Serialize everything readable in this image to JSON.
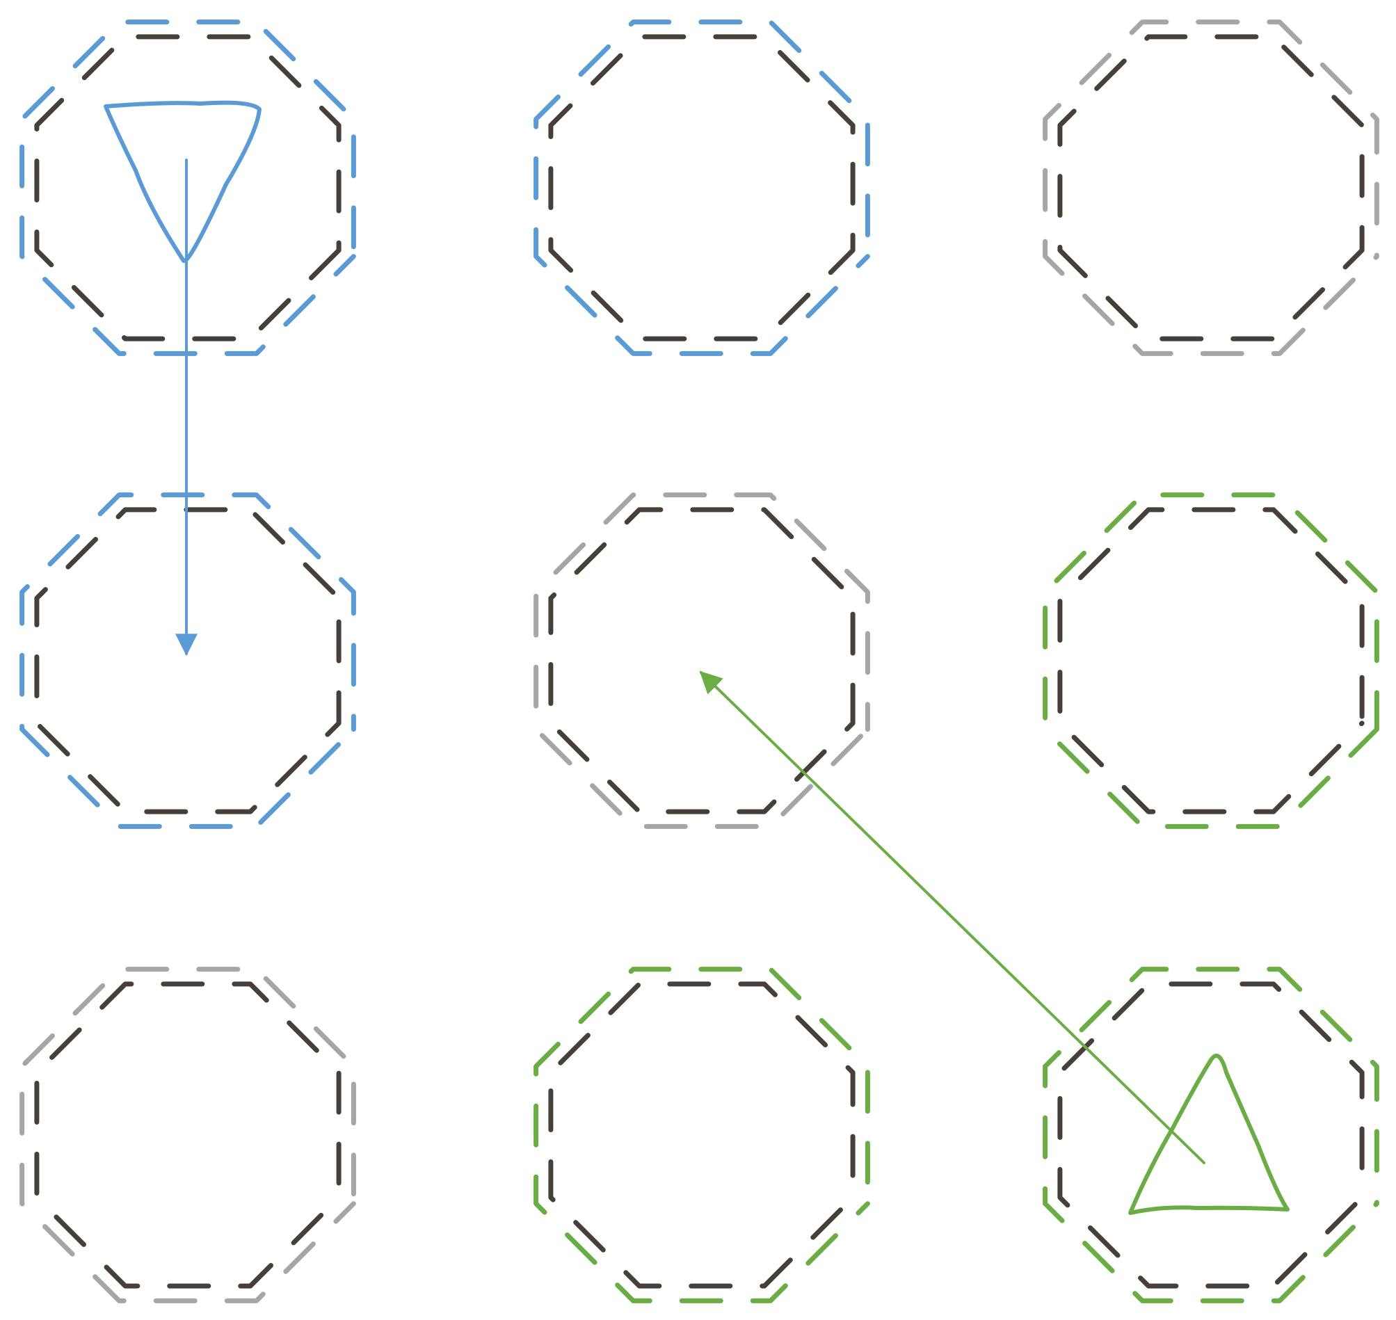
{
  "colors": {
    "inner": "#463f3a",
    "blue": "#5b9bd5",
    "green": "#6aad45",
    "gray": "#a6a6a6"
  },
  "grid": {
    "rows": 3,
    "cols": 3,
    "cells": [
      {
        "row": 0,
        "col": 0,
        "state": "blue",
        "mark": "down-triangle"
      },
      {
        "row": 0,
        "col": 1,
        "state": "blue",
        "mark": ""
      },
      {
        "row": 0,
        "col": 2,
        "state": "gray",
        "mark": ""
      },
      {
        "row": 1,
        "col": 0,
        "state": "blue",
        "mark": ""
      },
      {
        "row": 1,
        "col": 1,
        "state": "gray",
        "mark": ""
      },
      {
        "row": 1,
        "col": 2,
        "state": "green",
        "mark": ""
      },
      {
        "row": 2,
        "col": 0,
        "state": "gray",
        "mark": ""
      },
      {
        "row": 2,
        "col": 1,
        "state": "green",
        "mark": ""
      },
      {
        "row": 2,
        "col": 2,
        "state": "green",
        "mark": "up-triangle"
      }
    ]
  },
  "arrows": [
    {
      "color": "blue",
      "from": {
        "row": 0,
        "col": 0
      },
      "to": {
        "row": 1,
        "col": 0
      }
    },
    {
      "color": "green",
      "from": {
        "row": 2,
        "col": 2
      },
      "to": {
        "row": 1,
        "col": 1
      }
    }
  ]
}
